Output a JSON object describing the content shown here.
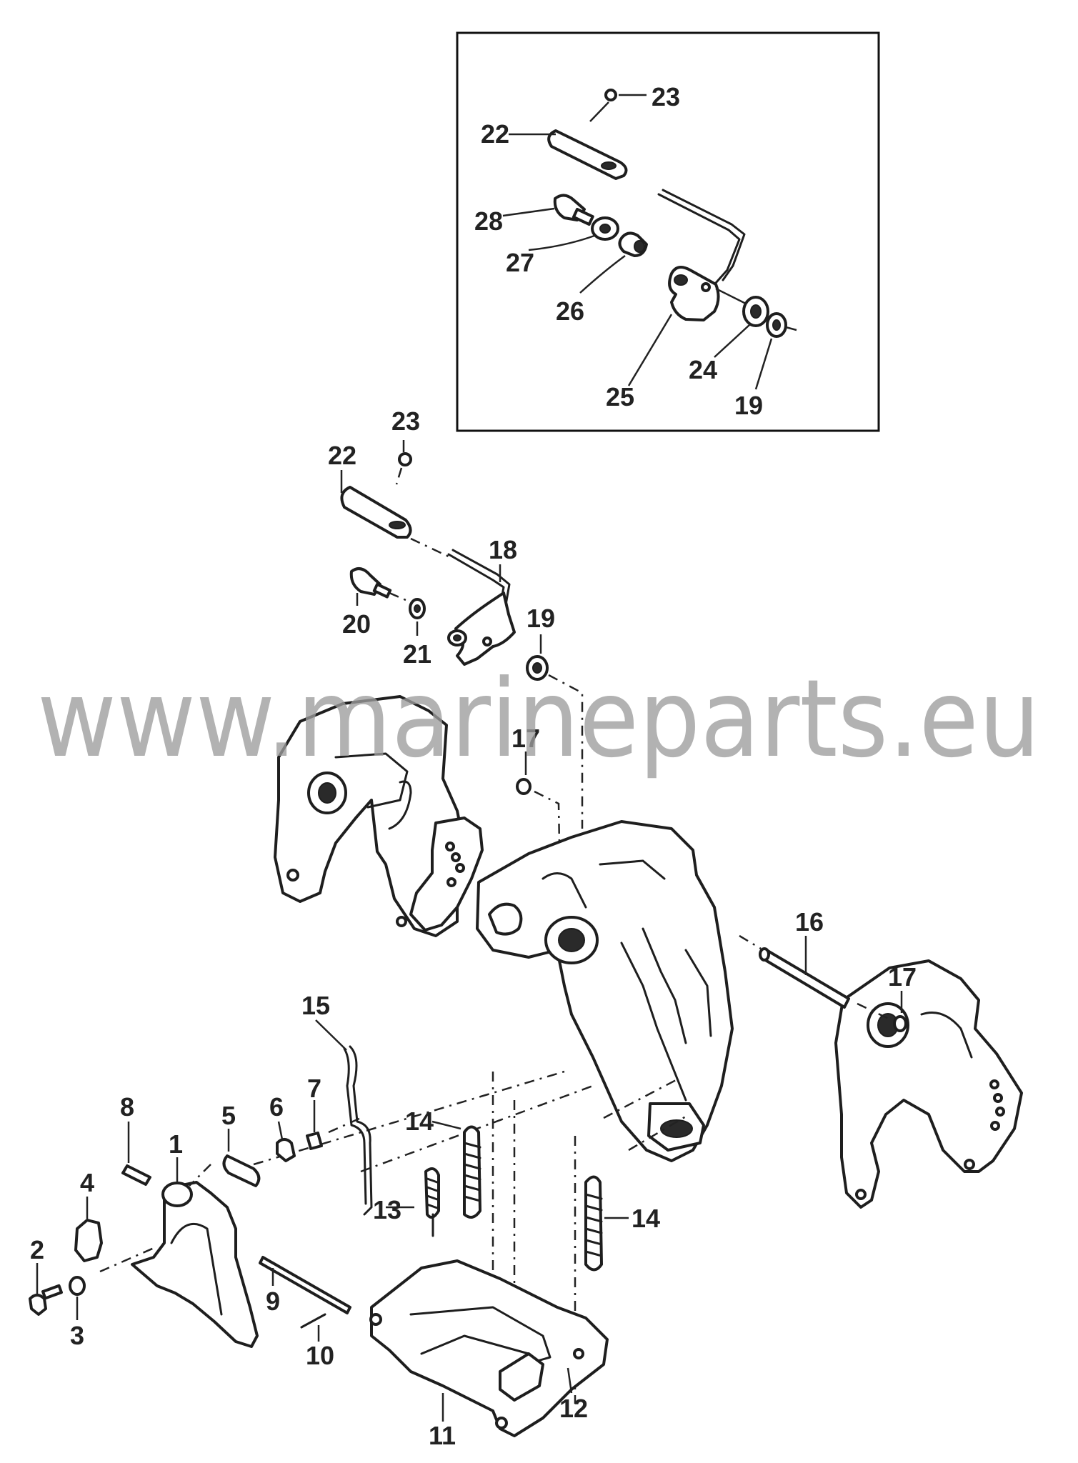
{
  "watermark": "www.marineparts.eu",
  "callouts": {
    "c1": "1",
    "c2": "2",
    "c3": "3",
    "c4": "4",
    "c5": "5",
    "c6": "6",
    "c7": "7",
    "c8": "8",
    "c9": "9",
    "c10": "10",
    "c11": "11",
    "c12": "12",
    "c13": "13",
    "c14a": "14",
    "c14b": "14",
    "c15": "15",
    "c16": "16",
    "c17a": "17",
    "c17b": "17",
    "c18": "18",
    "c19": "19",
    "c20": "20",
    "c21": "21",
    "c22": "22",
    "c23": "23",
    "i19": "19",
    "i22": "22",
    "i23": "23",
    "i24": "24",
    "i25": "25",
    "i26": "26",
    "i27": "27",
    "i28": "28"
  }
}
